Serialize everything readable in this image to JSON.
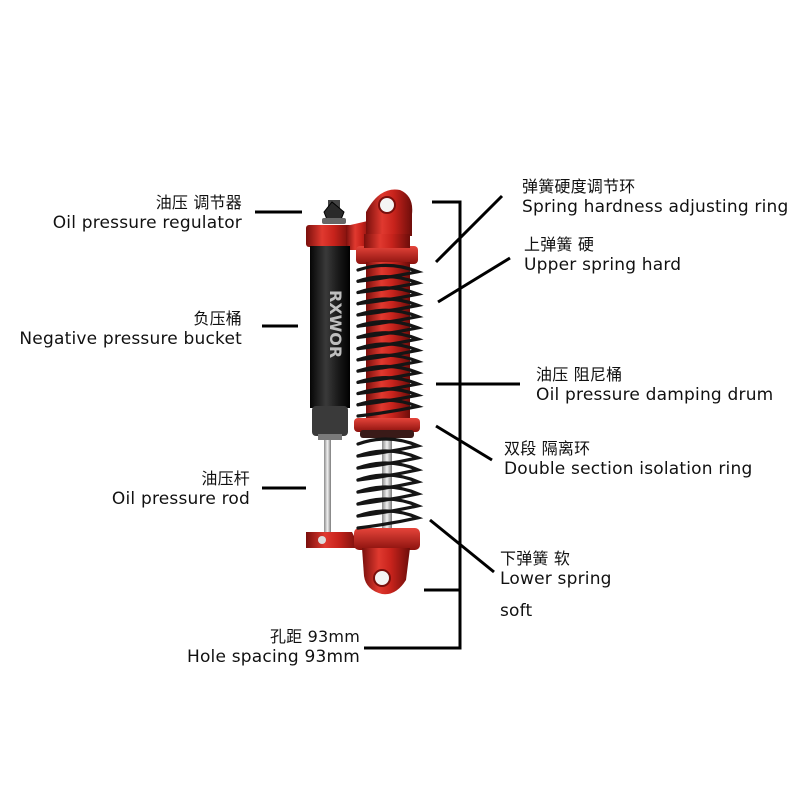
{
  "brand_text": "RXWOR",
  "colors": {
    "accent": "#c4221c",
    "cylinder": "#1c1c1c",
    "spring": "#151515",
    "line": "#000000",
    "text": "#111111"
  },
  "labels": {
    "oil_pressure_regulator": {
      "cn": "油压 调节器",
      "en": "Oil pressure regulator"
    },
    "negative_pressure_bucket": {
      "cn": "负压桶",
      "en": "Negative pressure bucket"
    },
    "oil_pressure_rod": {
      "cn": "油压杆",
      "en": "Oil pressure rod"
    },
    "hole_spacing": {
      "cn": "孔距 93mm",
      "en": "Hole spacing 93mm"
    },
    "spring_hardness_ring": {
      "cn": "弹簧硬度调节环",
      "en": "Spring hardness adjusting ring"
    },
    "upper_spring": {
      "cn": "上弹簧 硬",
      "en": "Upper spring hard"
    },
    "damping_drum": {
      "cn": "油压 阻尼桶",
      "en": "Oil pressure damping drum"
    },
    "isolation_ring": {
      "cn": "双段 隔离环",
      "en": "Double section isolation ring"
    },
    "lower_spring": {
      "cn": "下弹簧 软",
      "en": "Lower spring",
      "en2": "soft"
    }
  }
}
